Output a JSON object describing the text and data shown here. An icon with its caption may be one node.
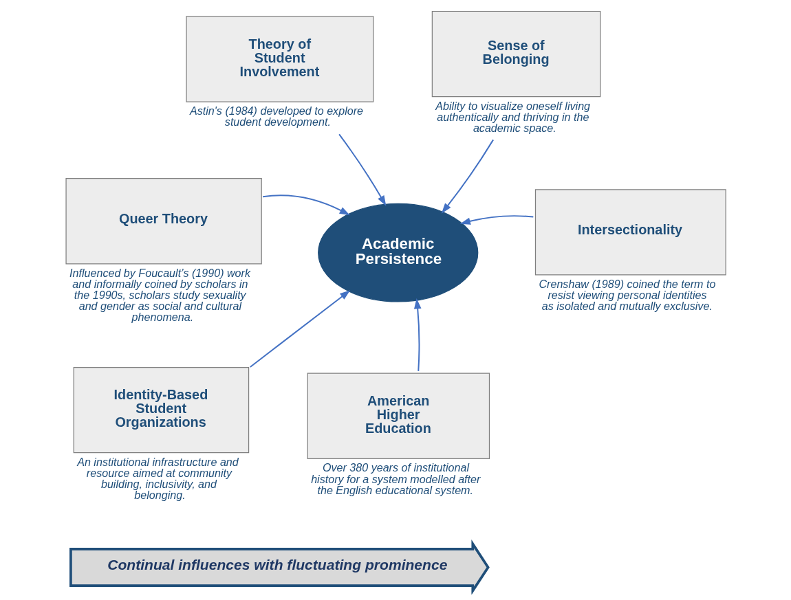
{
  "diagram": {
    "nodes": [
      {
        "text": [
          "Academic Persistence"
        ]
      },
      {
        "text": [
          "Theory of Student Involvement"
        ],
        "beside": [
          "Astin's (1984) developed to explore student development."
        ]
      },
      {
        "text": [
          "Sense of Belonging"
        ],
        "beside": [
          "Ability to visualize oneself living authentically and thriving in the academic space."
        ]
      },
      {
        "text": [
          "Queer Theory"
        ],
        "beside": [
          "Influenced by Foucault’s (1990) work and informally coined by scholars in the 1990s, scholars study sexuality and gender as social and cultural phenomena."
        ]
      },
      {
        "text": [
          "Intersectionality"
        ],
        "beside": [
          "Crenshaw (1989) coined the term to resist viewing personal identities as isolated and mutually exclusive."
        ]
      },
      {
        "text": [
          "Identity-Based Student Organizations"
        ],
        "beside": [
          "An institutional infrastructure and resource aimed at community building, inclusivity, and belonging."
        ]
      },
      {
        "text": [
          "American Higher Education"
        ],
        "beside": [
          "Over 380 years of institutional history for a system modelled after the English educational system."
        ]
      },
      {
        "text": [
          "Continual influences with fluctuating prominence"
        ]
      }
    ],
    "edges": [
      {
        "from": 1,
        "to": 0,
        "arrow": "to"
      },
      {
        "from": 2,
        "to": 0,
        "arrow": "to"
      },
      {
        "from": 3,
        "to": 0,
        "arrow": "to"
      },
      {
        "from": 4,
        "to": 0,
        "arrow": "to"
      },
      {
        "from": 5,
        "to": 0,
        "arrow": "to"
      },
      {
        "from": 6,
        "to": 0,
        "arrow": "to"
      }
    ]
  }
}
